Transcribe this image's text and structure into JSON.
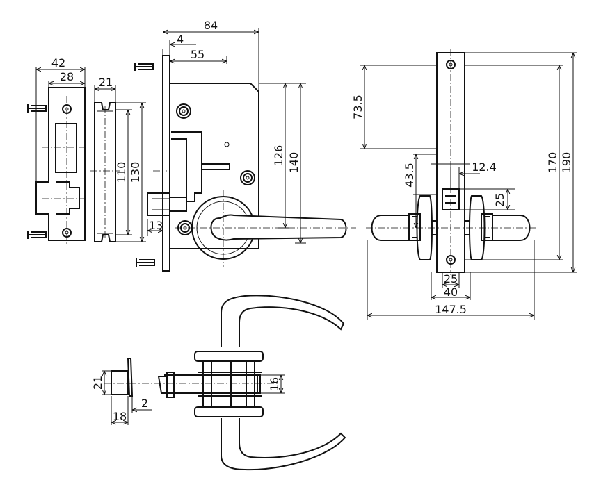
{
  "dimensions": [
    "84",
    "4",
    "55",
    "42",
    "28",
    "21",
    "110",
    "130",
    "13",
    "126",
    "140",
    "73.5",
    "43.5",
    "12.4",
    "25",
    "170",
    "190",
    "25",
    "40",
    "147.5",
    "21",
    "18",
    "2",
    "16"
  ],
  "colors": {
    "line": "#111111",
    "background": "#ffffff"
  }
}
